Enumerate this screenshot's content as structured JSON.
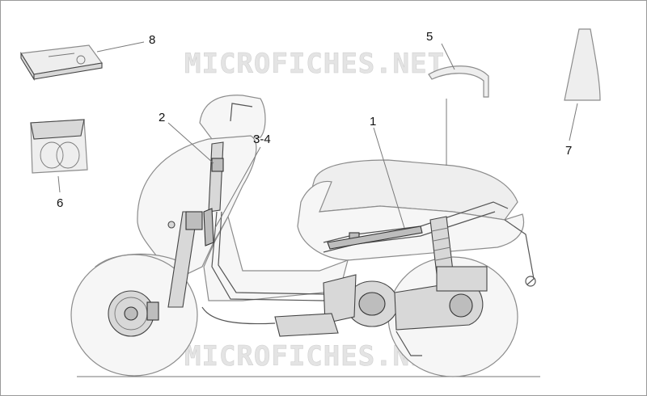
{
  "watermark": {
    "text_top": "MICROFICHES.NET",
    "text_bottom": "MICROFICHES.NET"
  },
  "callouts": {
    "c1": "1",
    "c2": "2",
    "c34": "3-4",
    "c5": "5",
    "c6": "6",
    "c7": "7",
    "c8": "8"
  },
  "colors": {
    "line": "#555555",
    "ghost_fill": "#f6f6f6",
    "part_fill": "#d8d8d8"
  }
}
